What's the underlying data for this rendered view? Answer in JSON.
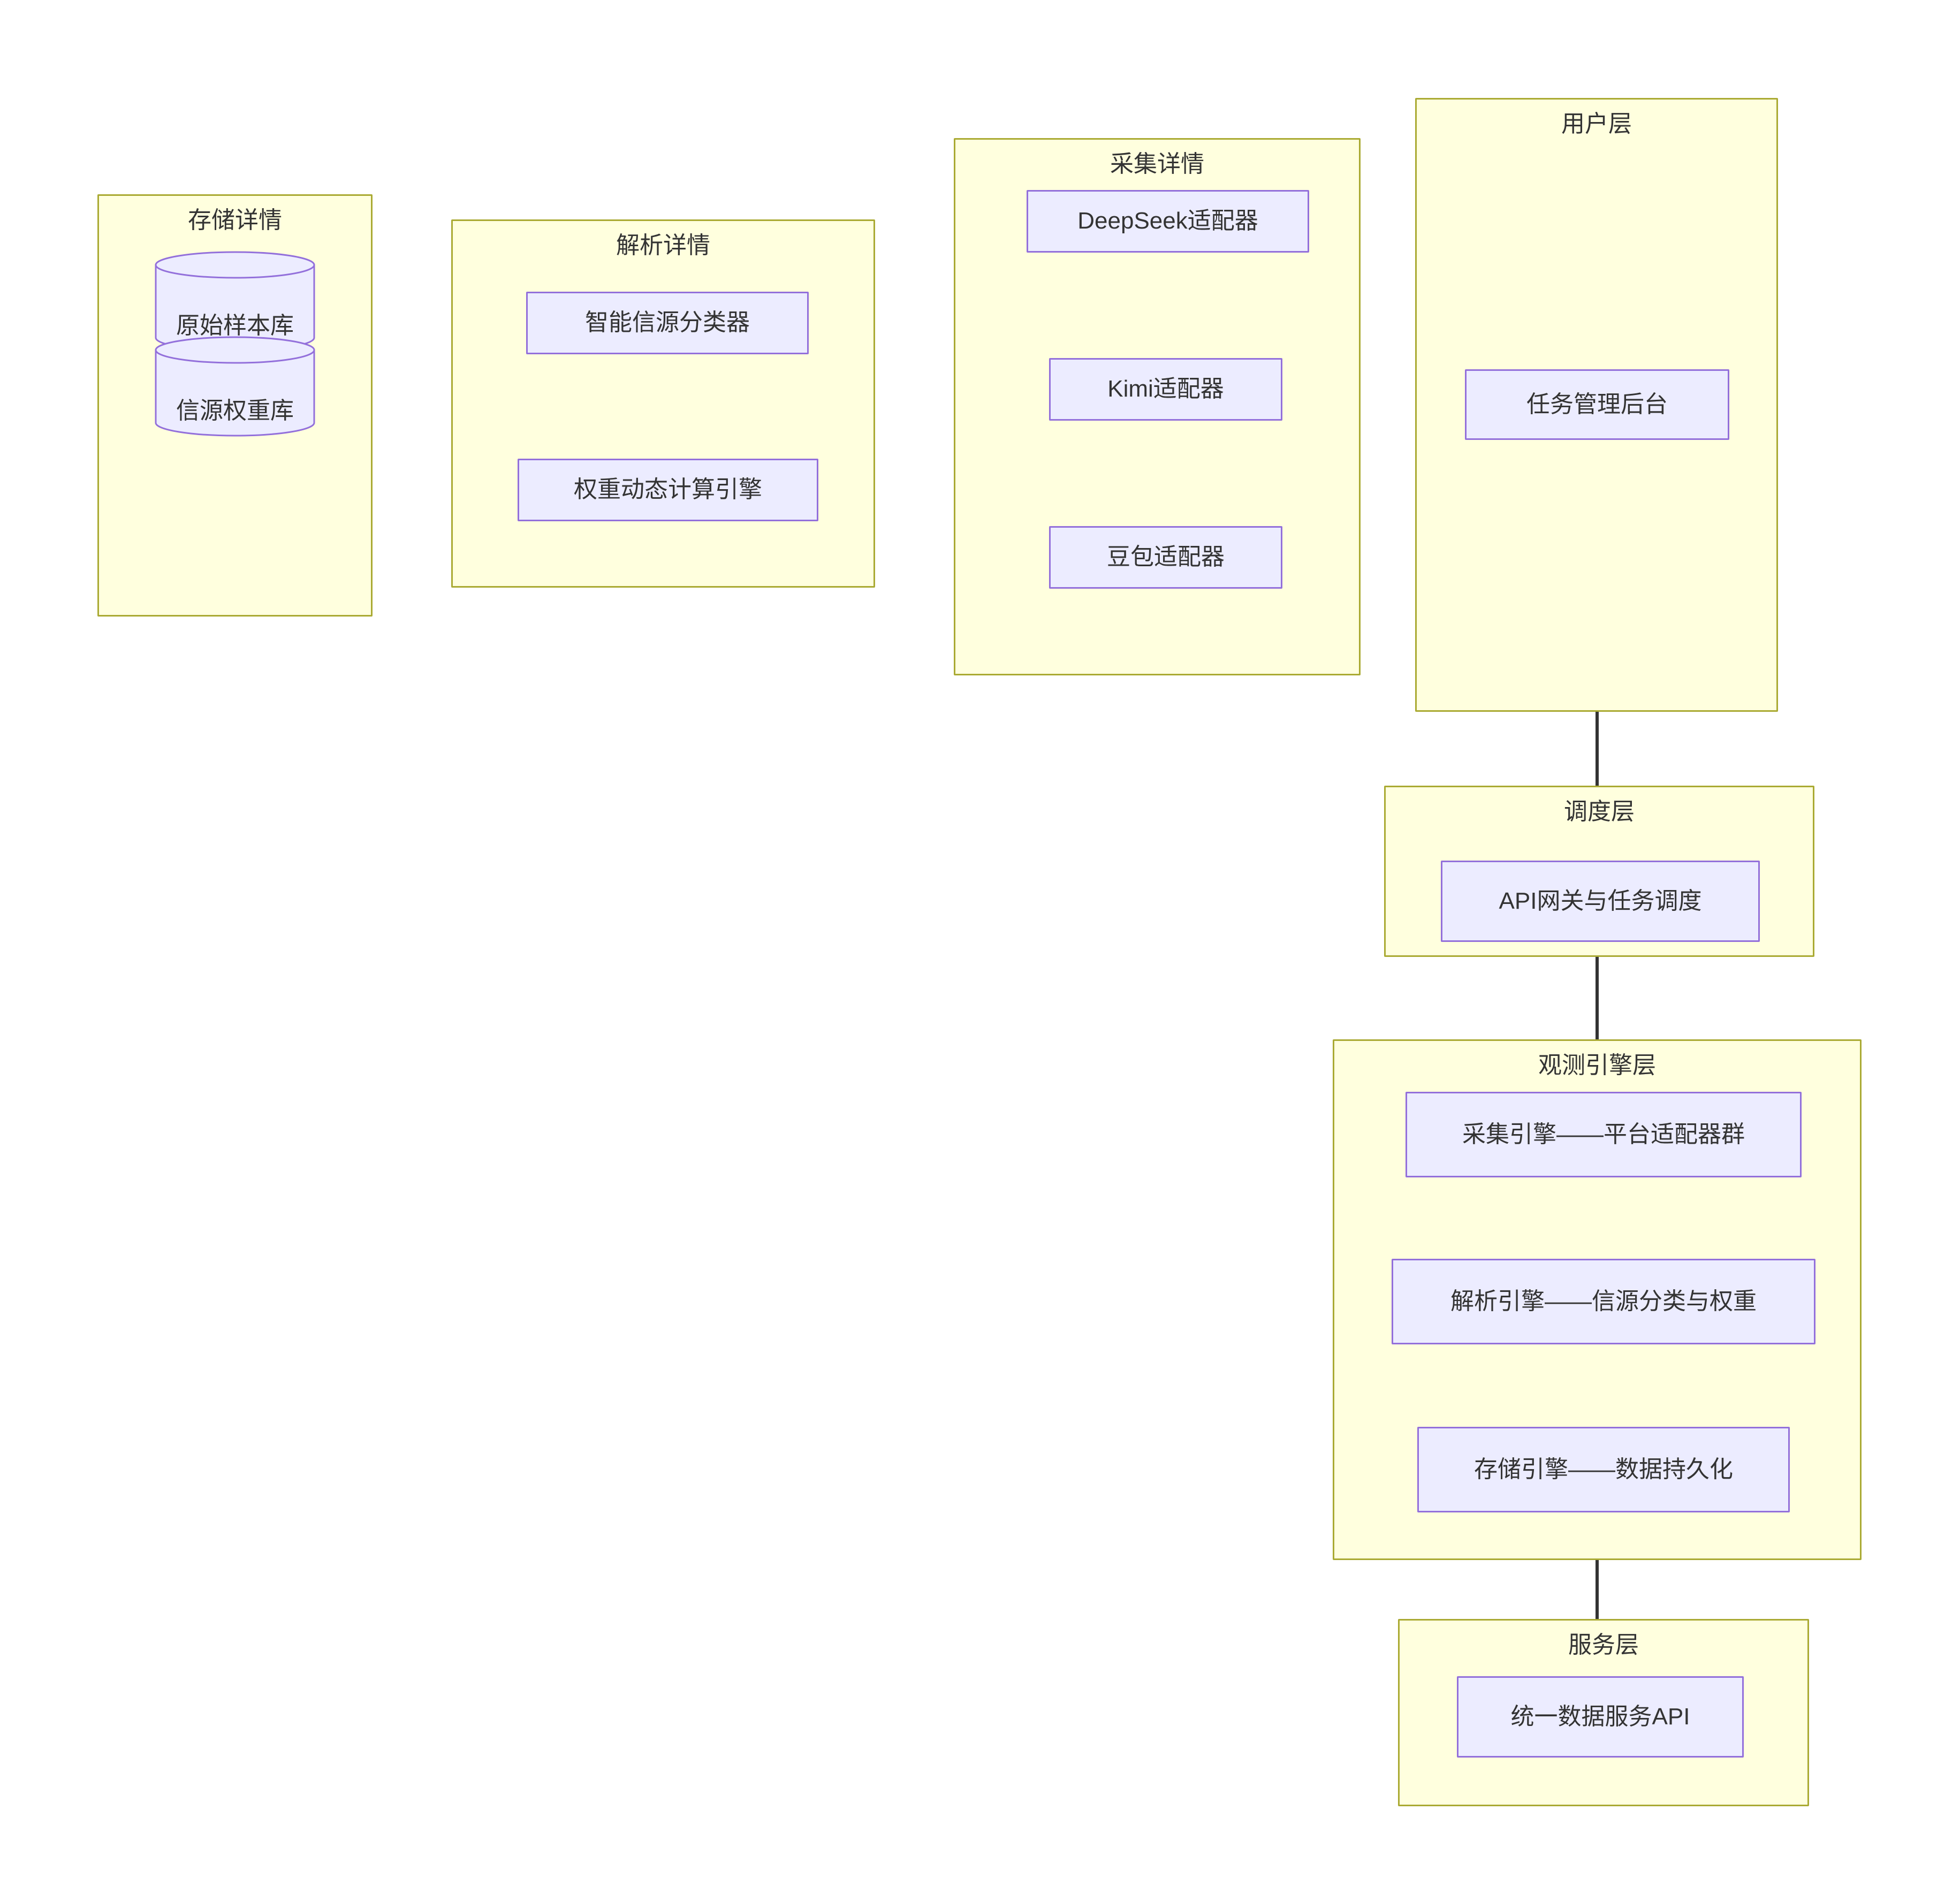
{
  "diagram": {
    "type": "flowchart",
    "direction": "top-to-bottom",
    "theme": {
      "cluster_fill": "#ffffde",
      "cluster_stroke": "#aaaa33",
      "node_fill": "#ececff",
      "node_stroke": "#9370db",
      "text_color": "#333333",
      "edge_color": "#333333",
      "background": "#ffffff"
    }
  },
  "clusters": {
    "storage_detail": {
      "title": "存储详情",
      "nodes": [
        {
          "label": "原始样本库",
          "shape": "cylinder"
        },
        {
          "label": "信源权重库",
          "shape": "cylinder"
        }
      ]
    },
    "parse_detail": {
      "title": "解析详情",
      "nodes": [
        {
          "label": "智能信源分类器",
          "shape": "rect"
        },
        {
          "label": "权重动态计算引擎",
          "shape": "rect"
        }
      ]
    },
    "collect_detail": {
      "title": "采集详情",
      "nodes": [
        {
          "label": "DeepSeek适配器",
          "shape": "rect"
        },
        {
          "label": "Kimi适配器",
          "shape": "rect"
        },
        {
          "label": "豆包适配器",
          "shape": "rect"
        }
      ]
    },
    "user_layer": {
      "title": "用户层",
      "nodes": [
        {
          "label": "任务管理后台",
          "shape": "rect"
        }
      ]
    },
    "schedule_layer": {
      "title": "调度层",
      "nodes": [
        {
          "label": "API网关与任务调度",
          "shape": "rect"
        }
      ]
    },
    "engine_layer": {
      "title": "观测引擎层",
      "nodes": [
        {
          "label": "采集引擎——平台适配器群",
          "shape": "rect"
        },
        {
          "label": "解析引擎——信源分类与权重",
          "shape": "rect"
        },
        {
          "label": "存储引擎——数据持久化",
          "shape": "rect"
        }
      ]
    },
    "service_layer": {
      "title": "服务层",
      "nodes": [
        {
          "label": "统一数据服务API",
          "shape": "rect"
        }
      ]
    }
  },
  "edges": [
    {
      "from": "任务管理后台",
      "to": "API网关与任务调度",
      "arrow": "single"
    },
    {
      "from": "API网关与任务调度",
      "to": "采集引擎——平台适配器群",
      "arrow": "single"
    },
    {
      "from": "采集引擎——平台适配器群",
      "to": "解析引擎——信源分类与权重",
      "arrow": "single"
    },
    {
      "from": "解析引擎——信源分类与权重",
      "to": "存储引擎——数据持久化",
      "arrow": "single"
    },
    {
      "from": "存储引擎——数据持久化",
      "to": "统一数据服务API",
      "arrow": "single"
    }
  ]
}
